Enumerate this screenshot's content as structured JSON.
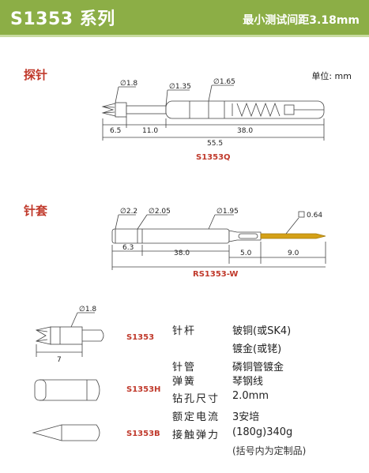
{
  "header": {
    "title": "S1353 系列",
    "spec": "最小测试间距3.18mm"
  },
  "unit_label": "单位: mm",
  "probe": {
    "section_label": "探针",
    "diameters": [
      "∅1.8",
      "∅1.35",
      "∅1.65"
    ],
    "lengths": [
      "6.5",
      "11.0",
      "38.0",
      "55.5"
    ],
    "model": "S1353Q"
  },
  "receptacle": {
    "section_label": "针套",
    "diameters": [
      "∅2.2",
      "∅2.05",
      "∅1.95"
    ],
    "square": "0.64",
    "lengths": [
      "6.3",
      "38.0",
      "5.0",
      "9.0"
    ],
    "model": "RS1353-W"
  },
  "tips": [
    {
      "model": "S1353",
      "diameter": "∅1.8",
      "length": "7"
    },
    {
      "model": "S1353H"
    },
    {
      "model": "S1353B"
    }
  ],
  "specs": [
    {
      "label": "针杆",
      "value": "铍铜(或SK4)"
    },
    {
      "label": "",
      "value": "镀金(或铑)"
    },
    {
      "label": "针管",
      "value": "磷铜管镀金"
    },
    {
      "label": "弹簧",
      "value": "琴钢线"
    },
    {
      "label": "钻孔尺寸",
      "value": "2.0mm"
    },
    {
      "label": "额定电流",
      "value": "3安培"
    },
    {
      "label": "接触弹力",
      "value": "(180g)340g"
    }
  ],
  "note": "(括号内为定制品)",
  "colors": {
    "header": "#8cae46",
    "section": "#c0392b",
    "gold": "#d4a017"
  }
}
